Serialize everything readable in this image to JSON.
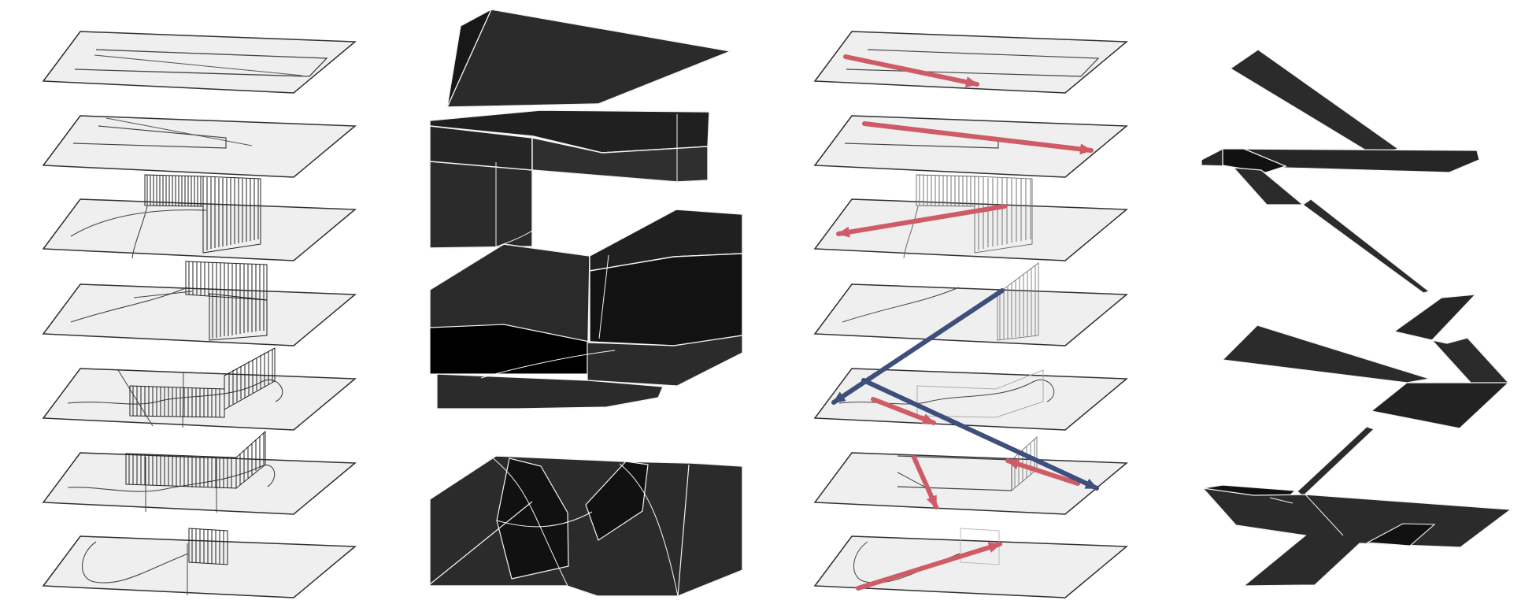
{
  "colors": {
    "background": "#ffffff",
    "slab_fill": "#efefef",
    "slab_stroke": "#2f2f2f",
    "mass_fill": "#2b2b2b",
    "mass_dark": "#111111",
    "mass_edge": "#f4f4f4",
    "red_arrow": "#cf5b66",
    "blue_arrow": "#3e4f7c"
  },
  "diagram": {
    "panels": [
      "layered-floor-plates",
      "stacked-massing",
      "circulation-arrows",
      "ramp-path-diagram"
    ],
    "plate_count": 7
  }
}
